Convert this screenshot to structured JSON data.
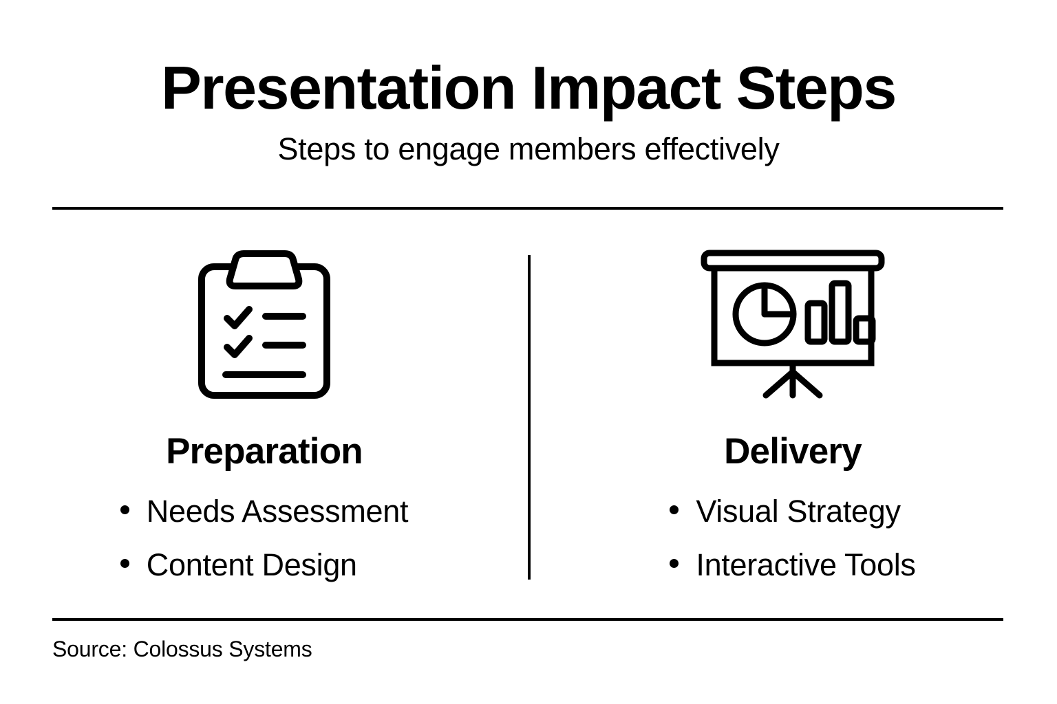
{
  "header": {
    "title": "Presentation Impact Steps",
    "subtitle": "Steps to engage members effectively"
  },
  "columns": [
    {
      "icon": "clipboard-checklist-icon",
      "heading": "Preparation",
      "bullets": [
        "Needs Assessment",
        "Content Design"
      ]
    },
    {
      "icon": "presentation-board-chart-icon",
      "heading": "Delivery",
      "bullets": [
        "Visual Strategy",
        "Interactive Tools"
      ]
    }
  ],
  "footer": {
    "source": "Source: Colossus Systems"
  },
  "colors": {
    "ink": "#000000",
    "background": "#ffffff"
  }
}
